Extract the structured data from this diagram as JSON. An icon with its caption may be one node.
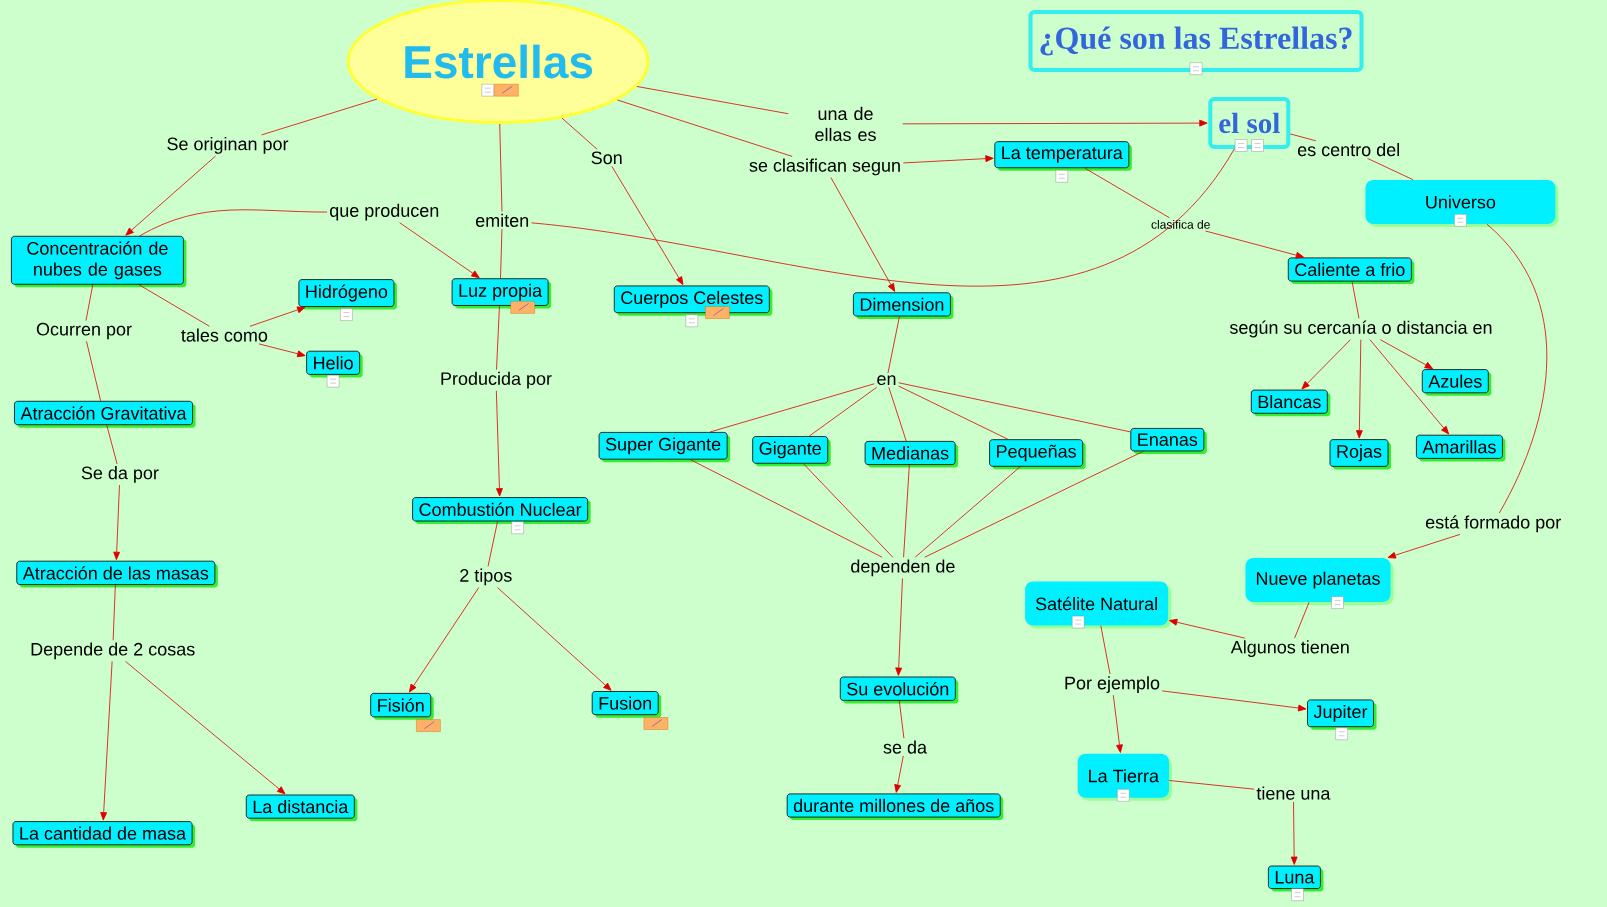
{
  "diagram": {
    "nodes": [
      {
        "text": [
          "Estrellas"
        ]
      },
      {
        "text": [
          "¿Qué son las Estrellas?"
        ]
      },
      {
        "text": [
          "el sol"
        ]
      },
      {
        "text": [
          "Concentración de nubes de gases"
        ]
      },
      {
        "text": [
          "Hidrógeno"
        ]
      },
      {
        "text": [
          "Helio"
        ]
      },
      {
        "text": [
          "Luz propia"
        ]
      },
      {
        "text": [
          "Cuerpos Celestes"
        ]
      },
      {
        "text": [
          "La temperatura"
        ]
      },
      {
        "text": [
          "Universo"
        ]
      },
      {
        "text": [
          "Caliente a frio"
        ]
      },
      {
        "text": [
          "Dimension"
        ]
      },
      {
        "text": [
          "Atracción Gravitativa"
        ]
      },
      {
        "text": [
          "Blancas"
        ]
      },
      {
        "text": [
          "Azules"
        ]
      },
      {
        "text": [
          "Rojas"
        ]
      },
      {
        "text": [
          "Amarillas"
        ]
      },
      {
        "text": [
          "Super Gigante"
        ]
      },
      {
        "text": [
          "Gigante"
        ]
      },
      {
        "text": [
          "Medianas"
        ]
      },
      {
        "text": [
          "Pequeñas"
        ]
      },
      {
        "text": [
          "Enanas"
        ]
      },
      {
        "text": [
          "Combustión Nuclear"
        ]
      },
      {
        "text": [
          "Atracción de las masas"
        ]
      },
      {
        "text": [
          "Nueve planetas"
        ]
      },
      {
        "text": [
          "Satélite Natural"
        ]
      },
      {
        "text": [
          "Fisión"
        ]
      },
      {
        "text": [
          "Fusion"
        ]
      },
      {
        "text": [
          "Su evolución"
        ]
      },
      {
        "text": [
          "Jupiter"
        ]
      },
      {
        "text": [
          "La Tierra"
        ]
      },
      {
        "text": [
          "durante millones de años"
        ]
      },
      {
        "text": [
          "La distancia"
        ]
      },
      {
        "text": [
          "La cantidad de masa"
        ]
      },
      {
        "text": [
          "Luna"
        ]
      },
      {
        "text": [
          "Se originan por"
        ]
      },
      {
        "text": [
          "que producen"
        ]
      },
      {
        "text": [
          "emiten"
        ]
      },
      {
        "text": [
          "Son"
        ]
      },
      {
        "text": [
          "una de ellas es"
        ]
      },
      {
        "text": [
          "se clasifican segun"
        ]
      },
      {
        "text": [
          "es centro del"
        ]
      },
      {
        "text": [
          "clasifica de"
        ]
      },
      {
        "text": [
          "Ocurren por"
        ]
      },
      {
        "text": [
          "tales como"
        ]
      },
      {
        "text": [
          "Producida por"
        ]
      },
      {
        "text": [
          "según su cercanía o distancia en"
        ]
      },
      {
        "text": [
          "en"
        ]
      },
      {
        "text": [
          "Se da por"
        ]
      },
      {
        "text": [
          "2 tipos"
        ]
      },
      {
        "text": [
          "dependen de"
        ]
      },
      {
        "text": [
          "está formado por"
        ]
      },
      {
        "text": [
          "Depende de 2 cosas"
        ]
      },
      {
        "text": [
          "Algunos tienen"
        ]
      },
      {
        "text": [
          "Por ejemplo"
        ]
      },
      {
        "text": [
          "se da"
        ]
      },
      {
        "text": [
          "tiene una"
        ]
      }
    ],
    "edges": [
      {
        "from": 0,
        "to": 35,
        "arrow": "none"
      },
      {
        "from": 35,
        "to": 3,
        "arrow": "to"
      },
      {
        "from": 3,
        "to": 36,
        "arrow": "none"
      },
      {
        "from": 36,
        "to": 6,
        "arrow": "to"
      },
      {
        "from": 0,
        "to": 37,
        "arrow": "none"
      },
      {
        "from": 2,
        "to": 37,
        "arrow": "none"
      },
      {
        "from": 37,
        "to": 6,
        "arrow": "none"
      },
      {
        "from": 0,
        "to": 38,
        "arrow": "none"
      },
      {
        "from": 38,
        "to": 7,
        "arrow": "to"
      },
      {
        "from": 0,
        "to": 39,
        "arrow": "none"
      },
      {
        "from": 39,
        "to": 2,
        "arrow": "to"
      },
      {
        "from": 0,
        "to": 40,
        "arrow": "none"
      },
      {
        "from": 40,
        "to": 8,
        "arrow": "to"
      },
      {
        "from": 40,
        "to": 11,
        "arrow": "to"
      },
      {
        "from": 2,
        "to": 41,
        "arrow": "none"
      },
      {
        "from": 41,
        "to": 9,
        "arrow": "none"
      },
      {
        "from": 8,
        "to": 42,
        "arrow": "none"
      },
      {
        "from": 42,
        "to": 10,
        "arrow": "to"
      },
      {
        "from": 3,
        "to": 43,
        "arrow": "none"
      },
      {
        "from": 43,
        "to": 12,
        "arrow": "none"
      },
      {
        "from": 3,
        "to": 44,
        "arrow": "none"
      },
      {
        "from": 44,
        "to": 4,
        "arrow": "to"
      },
      {
        "from": 44,
        "to": 5,
        "arrow": "to"
      },
      {
        "from": 6,
        "to": 45,
        "arrow": "none"
      },
      {
        "from": 45,
        "to": 22,
        "arrow": "to"
      },
      {
        "from": 10,
        "to": 46,
        "arrow": "none"
      },
      {
        "from": 46,
        "to": 13,
        "arrow": "to"
      },
      {
        "from": 46,
        "to": 14,
        "arrow": "to"
      },
      {
        "from": 46,
        "to": 15,
        "arrow": "to"
      },
      {
        "from": 46,
        "to": 16,
        "arrow": "to"
      },
      {
        "from": 11,
        "to": 47,
        "arrow": "none"
      },
      {
        "from": 47,
        "to": 17,
        "arrow": "none"
      },
      {
        "from": 47,
        "to": 18,
        "arrow": "none"
      },
      {
        "from": 47,
        "to": 19,
        "arrow": "none"
      },
      {
        "from": 47,
        "to": 20,
        "arrow": "none"
      },
      {
        "from": 47,
        "to": 21,
        "arrow": "none"
      },
      {
        "from": 12,
        "to": 48,
        "arrow": "none"
      },
      {
        "from": 48,
        "to": 23,
        "arrow": "to"
      },
      {
        "from": 22,
        "to": 49,
        "arrow": "none"
      },
      {
        "from": 49,
        "to": 26,
        "arrow": "to"
      },
      {
        "from": 49,
        "to": 27,
        "arrow": "to"
      },
      {
        "from": 17,
        "to": 50,
        "arrow": "none"
      },
      {
        "from": 18,
        "to": 50,
        "arrow": "none"
      },
      {
        "from": 19,
        "to": 50,
        "arrow": "none"
      },
      {
        "from": 20,
        "to": 50,
        "arrow": "none"
      },
      {
        "from": 21,
        "to": 50,
        "arrow": "none"
      },
      {
        "from": 50,
        "to": 28,
        "arrow": "to"
      },
      {
        "from": 9,
        "to": 51,
        "arrow": "none"
      },
      {
        "from": 51,
        "to": 24,
        "arrow": "to"
      },
      {
        "from": 23,
        "to": 52,
        "arrow": "none"
      },
      {
        "from": 52,
        "to": 33,
        "arrow": "to"
      },
      {
        "from": 52,
        "to": 32,
        "arrow": "to"
      },
      {
        "from": 24,
        "to": 53,
        "arrow": "none"
      },
      {
        "from": 53,
        "to": 25,
        "arrow": "to"
      },
      {
        "from": 25,
        "to": 54,
        "arrow": "none"
      },
      {
        "from": 54,
        "to": 29,
        "arrow": "to"
      },
      {
        "from": 54,
        "to": 30,
        "arrow": "to"
      },
      {
        "from": 28,
        "to": 55,
        "arrow": "none"
      },
      {
        "from": 55,
        "to": 31,
        "arrow": "to"
      },
      {
        "from": 30,
        "to": 56,
        "arrow": "none"
      },
      {
        "from": 56,
        "to": 34,
        "arrow": "to"
      }
    ]
  }
}
